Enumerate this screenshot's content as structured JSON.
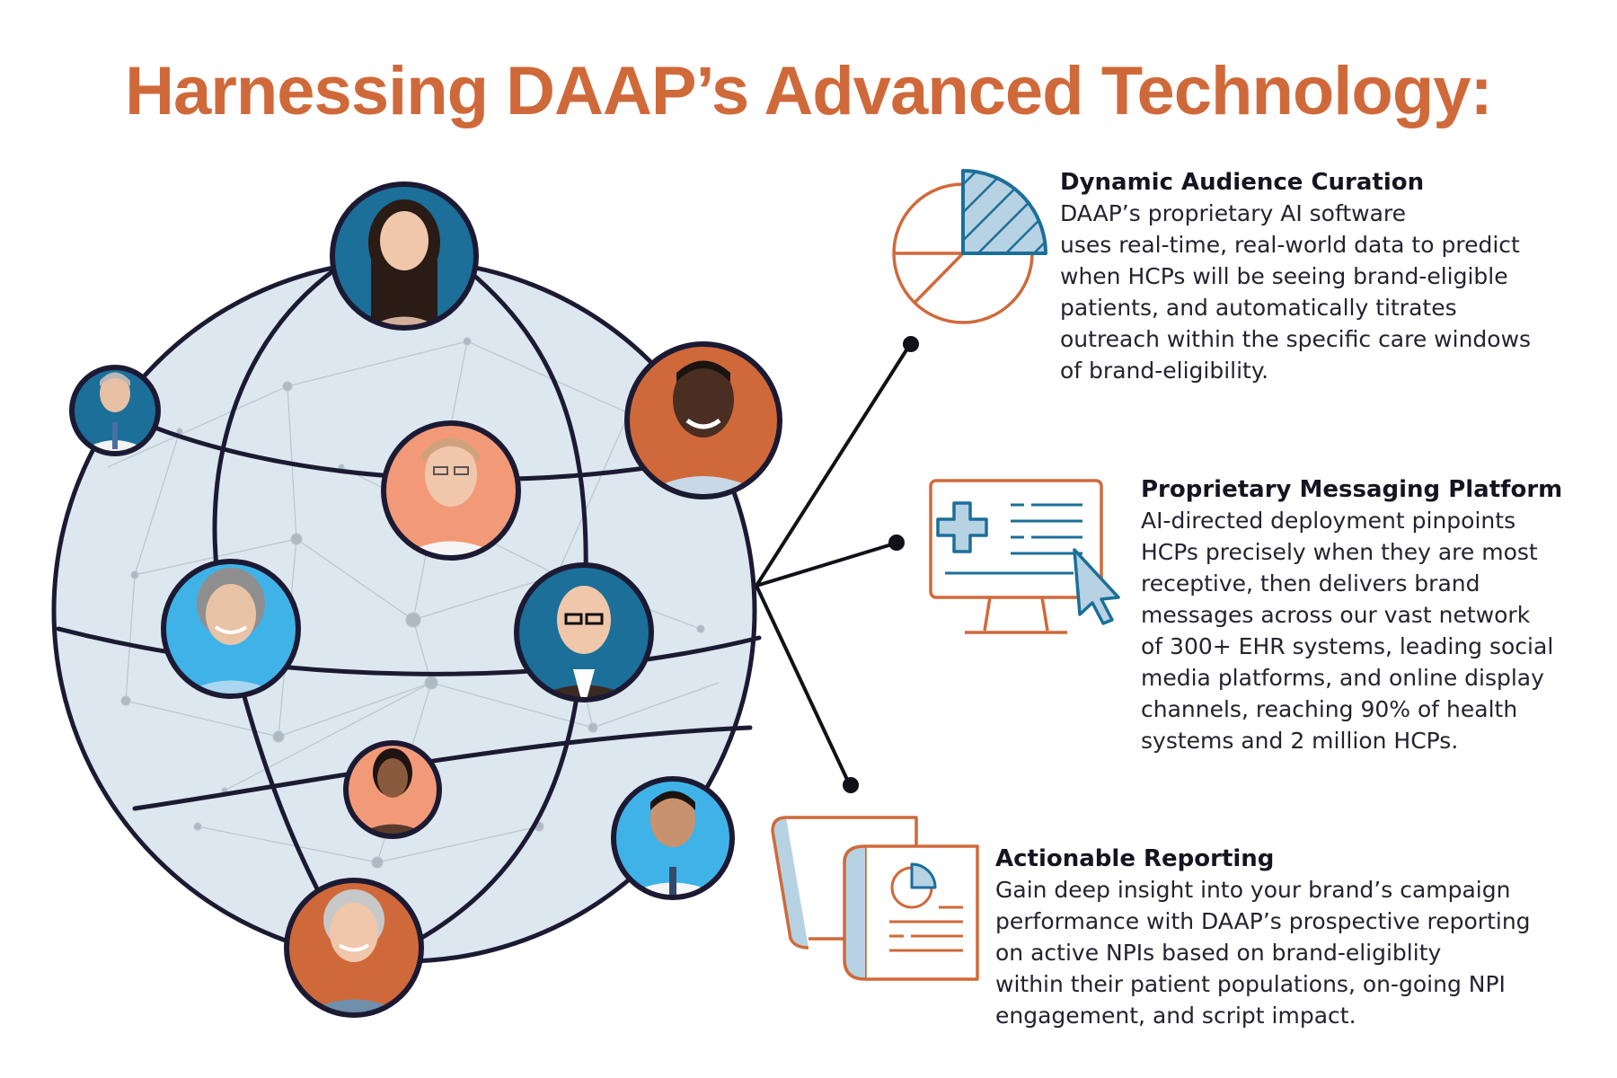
{
  "title": "Harnessing DAAP’s Advanced Technology:",
  "colors": {
    "accent": "#d0693a",
    "blue": "#1b6f99",
    "light_blue": "#b7d2e2",
    "sky": "#3fb3e8",
    "peach": "#f29a78",
    "globe_fill": "#dde7ef",
    "globe_line": "#1c1a33"
  },
  "people": [
    {
      "name": "woman-long-hair",
      "bg": "#1b6f99"
    },
    {
      "name": "older-male-doctor",
      "bg": "#1b6f99"
    },
    {
      "name": "smiling-man",
      "bg": "#d0693a"
    },
    {
      "name": "female-nurse",
      "bg": "#f29a78"
    },
    {
      "name": "older-woman",
      "bg": "#3fb3e8"
    },
    {
      "name": "bald-man-glasses",
      "bg": "#1b6f99"
    },
    {
      "name": "young-woman",
      "bg": "#f29a78"
    },
    {
      "name": "male-doctor",
      "bg": "#3fb3e8"
    },
    {
      "name": "gray-haired-woman",
      "bg": "#d0693a"
    }
  ],
  "features": [
    {
      "icon": "pie-chart-icon",
      "heading": "Dynamic Audience Curation",
      "body": "DAAP’s proprietary AI software\nuses real-time, real-world data to predict\nwhen HCPs will be seeing brand-eligible\npatients, and automatically titrates\noutreach within the specific care windows\nof brand-eligibility."
    },
    {
      "icon": "monitor-medical-icon",
      "heading": "Proprietary Messaging Platform",
      "body": "AI-directed deployment pinpoints\nHCPs precisely when they are most\nreceptive, then delivers brand\nmessages across our vast network\nof 300+ EHR systems, leading social\nmedia platforms, and online display\nchannels, reaching 90% of health\nsystems and 2 million HCPs."
    },
    {
      "icon": "report-scroll-icon",
      "heading": "Actionable Reporting",
      "body": "Gain deep insight into your brand’s campaign\nperformance with DAAP’s prospective reporting\non active NPIs based on brand-eligiblity\nwithin their patient populations, on-going NPI\nengagement, and script impact."
    }
  ]
}
